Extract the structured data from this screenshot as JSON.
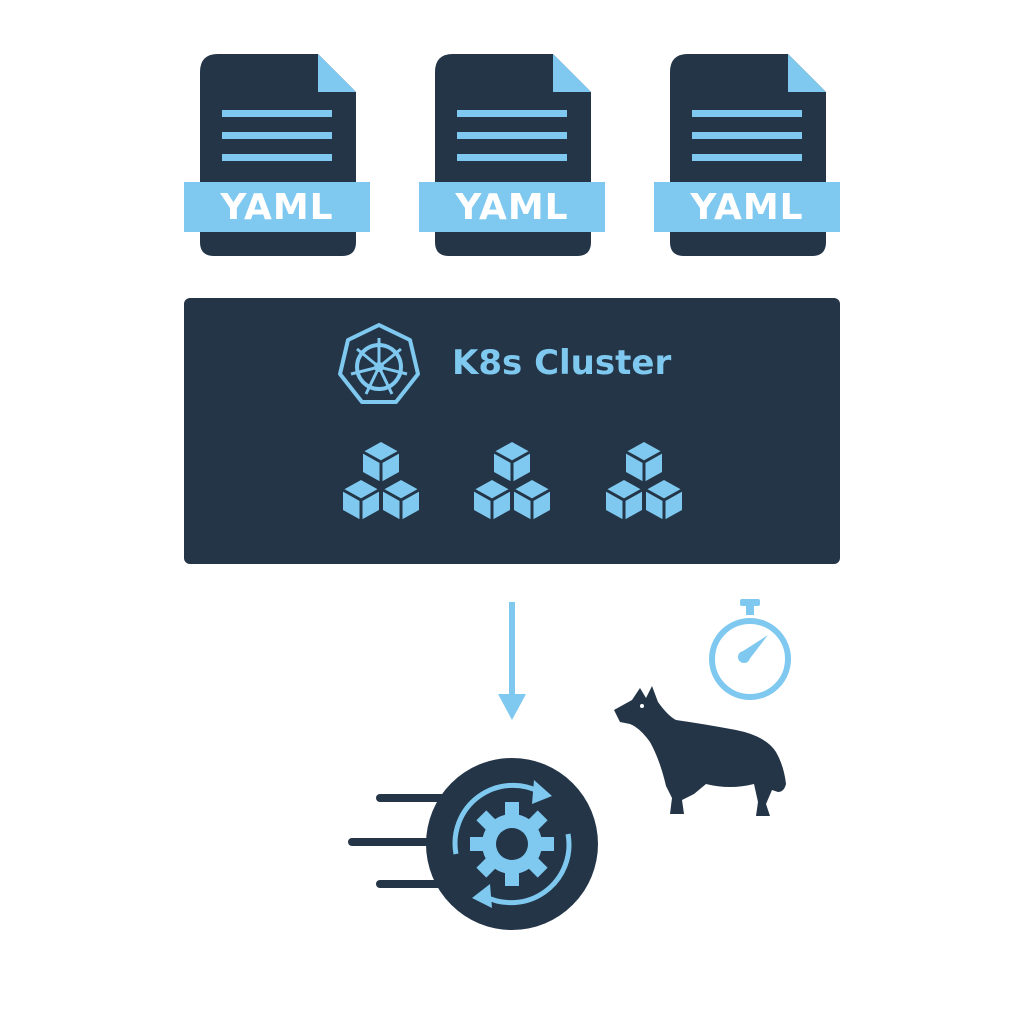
{
  "colors": {
    "dark": "#233547",
    "accent": "#7fc8ef",
    "background": "#ffffff"
  },
  "documents": [
    {
      "label": "YAML",
      "icon": "yaml-file-icon"
    },
    {
      "label": "YAML",
      "icon": "yaml-file-icon"
    },
    {
      "label": "YAML",
      "icon": "yaml-file-icon"
    }
  ],
  "cluster": {
    "title": "K8s Cluster",
    "logo_icon": "kubernetes-helm-wheel-icon",
    "pod_icons": [
      "cubes-stack-icon",
      "cubes-stack-icon",
      "cubes-stack-icon"
    ]
  },
  "flow": {
    "arrow_icon": "arrow-down-icon",
    "operator_icon": "fast-moving-gear-icon",
    "mascot_icon": "wolf-icon",
    "timer_icon": "stopwatch-icon"
  }
}
